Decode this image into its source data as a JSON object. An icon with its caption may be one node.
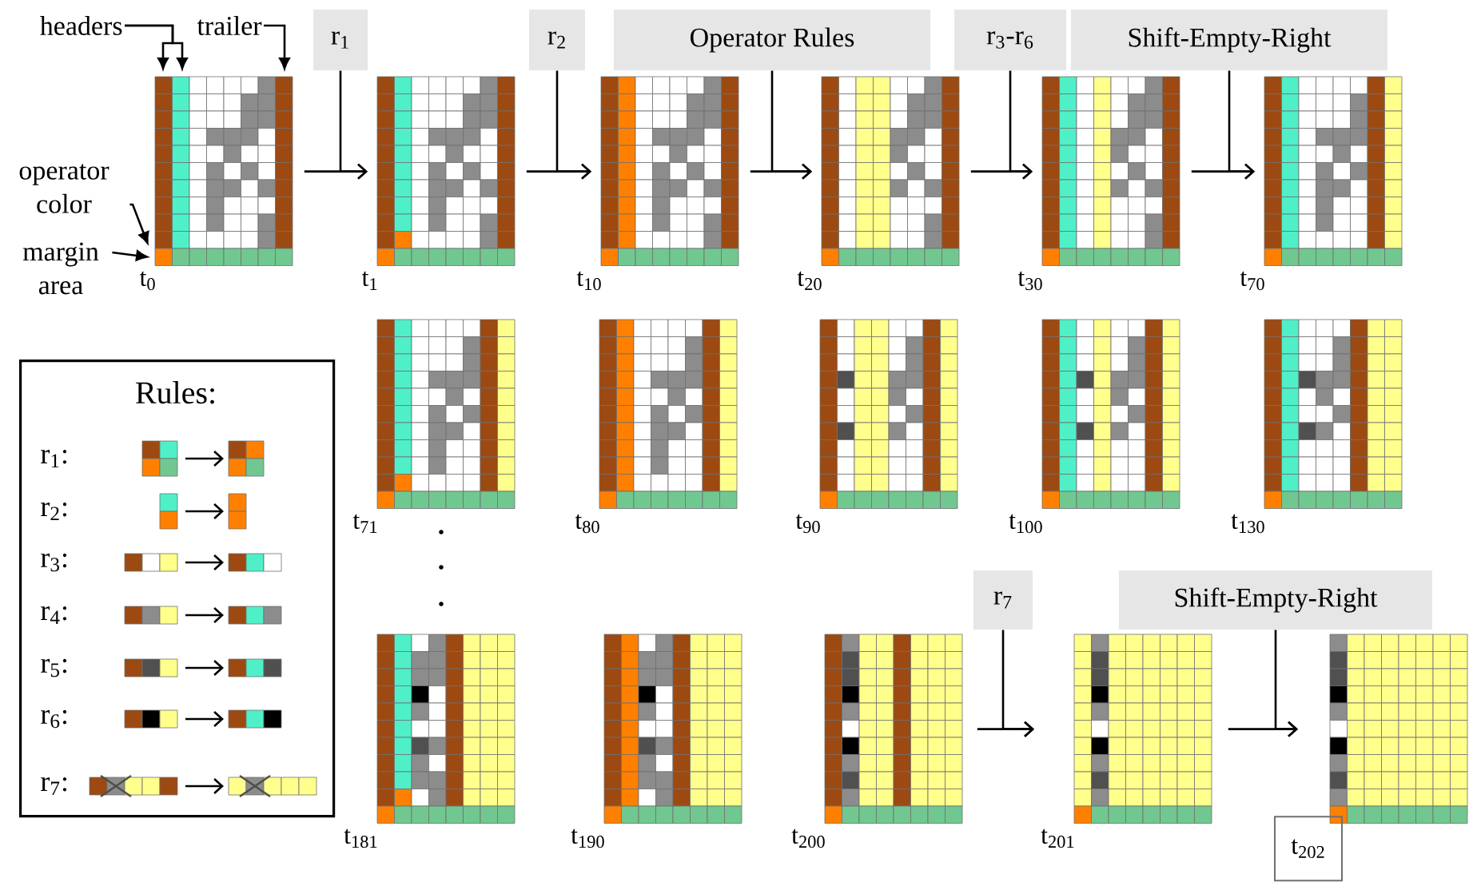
{
  "diagram": {
    "nodes": [
      {
        "text": [
          "headers"
        ]
      },
      {
        "text": [
          "trailer"
        ]
      },
      {
        "text": [
          "operator color"
        ]
      },
      {
        "text": [
          "margin area"
        ]
      },
      {
        "text": [
          "r$_{1}$"
        ]
      },
      {
        "text": [
          "r$_{2}$"
        ]
      },
      {
        "text": [
          "Operator Rules"
        ]
      },
      {
        "text": [
          "r$_{3}$-r$_{6}$"
        ]
      },
      {
        "text": [
          "Shift-Empty-Right"
        ]
      },
      {
        "text": [],
        "shape": "picture",
        "beside": [
          "t$_{0}$"
        ]
      },
      {
        "text": [],
        "shape": "picture",
        "beside": [
          "t$_{1}$"
        ]
      },
      {
        "text": [],
        "shape": "picture",
        "beside": [
          "t$_{10}$"
        ]
      },
      {
        "text": [],
        "shape": "picture",
        "beside": [
          "t$_{20}$"
        ]
      },
      {
        "text": [],
        "shape": "picture",
        "beside": [
          "t$_{30}$"
        ]
      },
      {
        "text": [],
        "shape": "picture",
        "beside": [
          "t$_{70}$"
        ]
      },
      {
        "text": [
          "Rules:"
        ]
      },
      {
        "text": [],
        "shape": "picture",
        "beside": [
          "t$_{71}$"
        ]
      },
      {
        "text": [],
        "shape": "picture",
        "beside": [
          "t$_{80}$"
        ]
      },
      {
        "text": [],
        "shape": "picture",
        "beside": [
          "t$_{90}$"
        ]
      },
      {
        "text": [],
        "shape": "picture",
        "beside": [
          "t$_{100}$"
        ]
      },
      {
        "text": [],
        "shape": "picture",
        "beside": [
          "t$_{130}$"
        ]
      },
      {
        "text": [
          "r$_{7}$"
        ]
      },
      {
        "text": [
          "Shift-Empty-Right"
        ]
      },
      {
        "text": [],
        "shape": "picture",
        "beside": [
          "t$_{181}$"
        ]
      },
      {
        "text": [],
        "shape": "picture",
        "beside": [
          "t$_{190}$"
        ]
      },
      {
        "text": [],
        "shape": "picture",
        "beside": [
          "t$_{200}$"
        ]
      },
      {
        "text": [],
        "shape": "picture",
        "beside": [
          "t$_{201}$"
        ]
      },
      {
        "text": [],
        "shape": "picture",
        "beside": [
          "t$_{202}$"
        ]
      }
    ],
    "edges": [
      {
        "from": 0,
        "to": 9,
        "arrow": "to"
      },
      {
        "from": 0,
        "to": 9,
        "arrow": "to"
      },
      {
        "from": 1,
        "to": 9,
        "arrow": "to"
      },
      {
        "from": 2,
        "to": 9,
        "arrow": "to"
      },
      {
        "from": 3,
        "to": 9,
        "arrow": "to"
      },
      {
        "from": 9,
        "to": 10,
        "arrow": "to"
      },
      {
        "from": 4,
        "to": 10,
        "arrow": "to"
      },
      {
        "from": 10,
        "to": 11,
        "arrow": "to"
      },
      {
        "from": 5,
        "to": 11,
        "arrow": "to"
      },
      {
        "from": 11,
        "to": 12,
        "arrow": "to"
      },
      {
        "from": 6,
        "to": 12,
        "arrow": "to"
      },
      {
        "from": 12,
        "to": 13,
        "arrow": "to"
      },
      {
        "from": 7,
        "to": 13,
        "arrow": "to"
      },
      {
        "from": 13,
        "to": 14,
        "arrow": "to"
      },
      {
        "from": 8,
        "to": 14,
        "arrow": "to"
      },
      {
        "from": 25,
        "to": 26,
        "arrow": "to"
      },
      {
        "from": 21,
        "to": 26,
        "arrow": "to"
      },
      {
        "from": 26,
        "to": 27,
        "arrow": "to"
      },
      {
        "from": 22,
        "to": 27,
        "arrow": "to"
      }
    ],
    "labels": [
      "r$_{1}$:",
      "r$_{2}$:",
      "r$_{3}$:",
      "r$_{4}$:",
      "r$_{5}$:",
      "r$_{6}$:",
      "r$_{7}$:"
    ]
  }
}
